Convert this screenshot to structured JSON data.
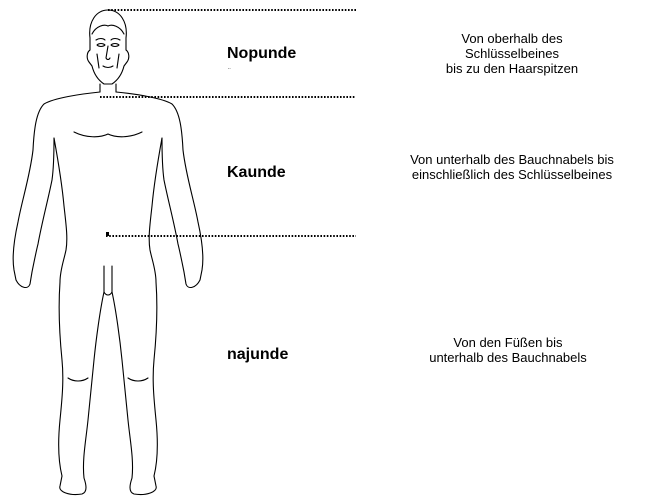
{
  "zones": [
    {
      "id": "nopunde",
      "label": "Nopunde",
      "description_lines": [
        "Von oberhalb des",
        "Schlüsselbeines",
        "bis zu den Haarspitzen"
      ]
    },
    {
      "id": "kaunde",
      "label": "Kaunde",
      "description_lines": [
        "Von unterhalb des Bauchnabels bis",
        "einschließlich des Schlüsselbeines"
      ]
    },
    {
      "id": "najunde",
      "label": "najunde",
      "description_lines": [
        "Von den Füßen bis",
        "unterhalb des Bauchnabels"
      ]
    }
  ],
  "stray_mark": "¨",
  "colors": {
    "line": "#000000",
    "background": "#ffffff"
  },
  "figure_icon": "human-body-outline-icon"
}
